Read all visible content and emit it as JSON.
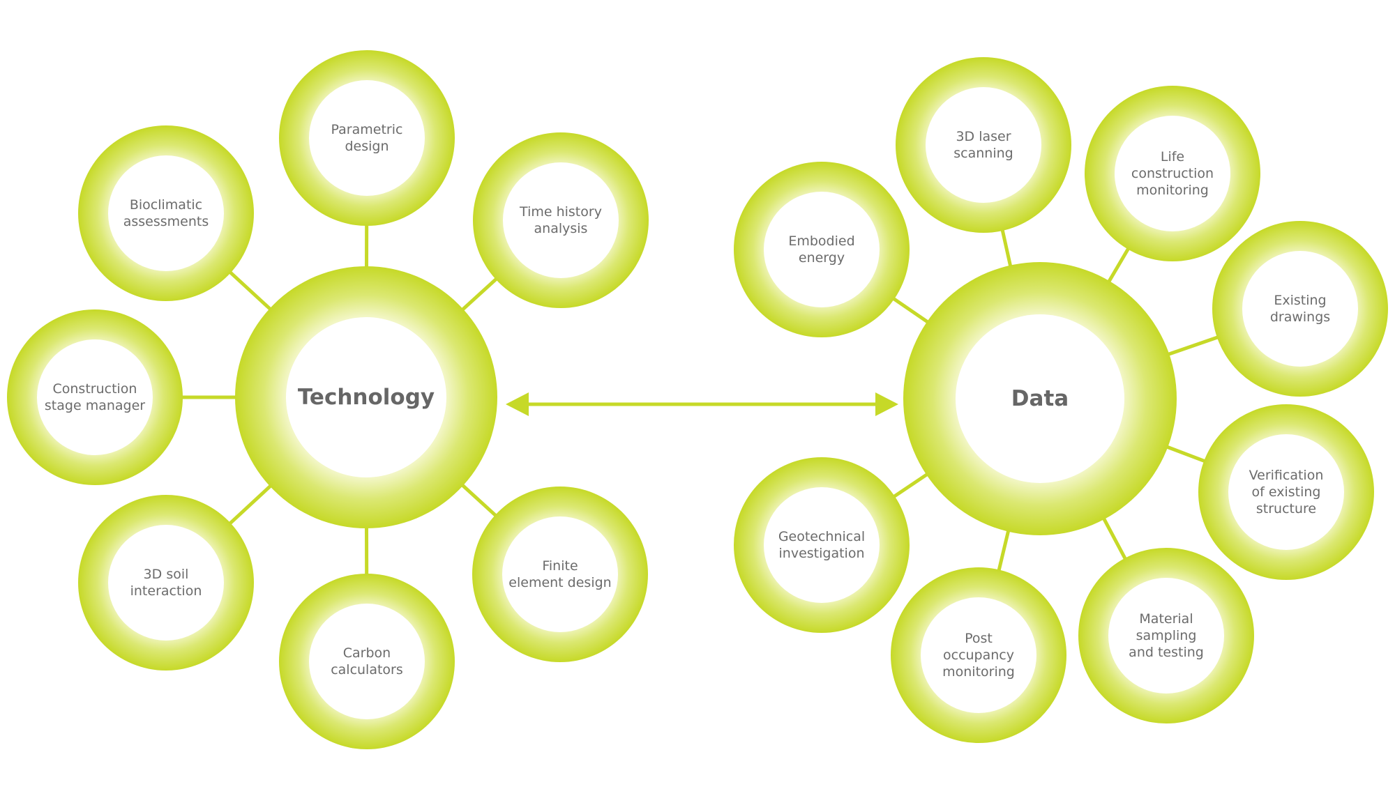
{
  "colors": {
    "ring_outer": "#c6d928",
    "ring_inner": "#ffffff",
    "text": "#6b6b6b",
    "connector": "#c6d928"
  },
  "hubs": [
    {
      "id": "technology",
      "label": "Technology",
      "nodes": [
        "Parametric\ndesign",
        "Time history\nanalysis",
        "Finite\nelement design",
        "Carbon\ncalculators",
        "3D soil\ninteraction",
        "Construction\nstage manager",
        "Bioclimatic\nassessments"
      ]
    },
    {
      "id": "data",
      "label": "Data",
      "nodes": [
        "Embodied\nenergy",
        "3D laser\nscanning",
        "Life\nconstruction\nmonitoring",
        "Existing\ndrawings",
        "Verification\nof existing\nstructure",
        "Material\nsampling\nand testing",
        "Post\noccupancy\nmonitoring",
        "Geotechnical\ninvestigation"
      ]
    }
  ],
  "link": {
    "type": "bidirectional-arrow",
    "from": "technology",
    "to": "data"
  }
}
